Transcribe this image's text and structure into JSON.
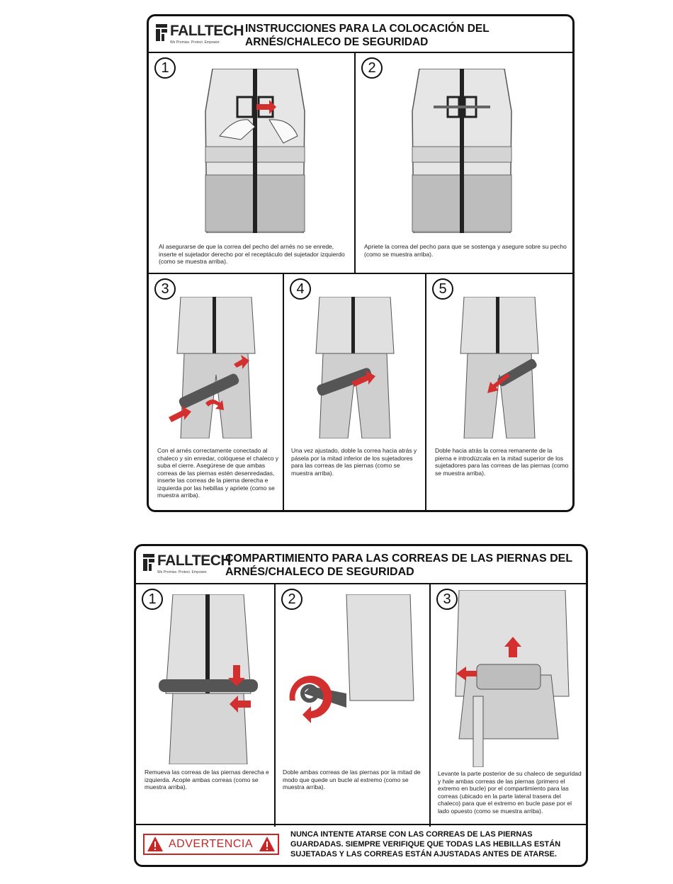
{
  "brand": {
    "name": "FALLTECH",
    "tagline": "We Promise. Protect. Empower.",
    "accent_color": "#d32f2f"
  },
  "sheet1": {
    "title": "INSTRUCCIONES PARA LA COLOCACIÓN DEL ARNÉS/CHALECO DE SEGURIDAD",
    "steps": [
      {
        "number": "1",
        "caption": "Al asegurarse de que la correa del pecho del arnés no se enrede, inserte el sujetador derecho por el receptáculo del sujetador izquierdo (como se muestra arriba)."
      },
      {
        "number": "2",
        "caption": "Apriete la correa del pecho para que se sostenga y asegure sobre su pecho (como se muestra arriba)."
      },
      {
        "number": "3",
        "caption": "Con el arnés correctamente conectado al chaleco y sin enredar, colóquese el chaleco y suba el cierre. Asegúrese de que ambas correas de las piernas estén desenredadas, inserte las correas de la pierna derecha e izquierda por las hebillas y apriete (como se muestra arriba)."
      },
      {
        "number": "4",
        "caption": "Una vez ajustado, doble la correa hacia atrás y pásela por la mitad inferior de los sujetadores para las correas de las piernas (como se muestra arriba)."
      },
      {
        "number": "5",
        "caption": "Doble hacia atrás la correa remanente de la pierna e introdúzcala en la mitad superior de los sujetadores para las correas de las piernas (como se muestra arriba)."
      }
    ]
  },
  "sheet2": {
    "title": "COMPARTIMIENTO PARA LAS CORREAS DE LAS PIERNAS DEL ARNÉS/CHALECO DE SEGURIDAD",
    "steps": [
      {
        "number": "1",
        "caption": "Remueva las correas de las piernas derecha e izquierda. Acople ambas correas (como se muestra arriba)."
      },
      {
        "number": "2",
        "caption": "Doble ambas correas de las piernas por la mitad de modo que quede un bucle al extremo (como se muestra arriba)."
      },
      {
        "number": "3",
        "caption": "Levante la parte posterior de su chaleco de seguridad y hale ambas correas de las piernas (primero el extremo en bucle) por el compartimiento para las correas (ubicado en la parte lateral trasera del chaleco) para que el extremo en bucle pase por el lado opuesto (como se muestra arriba)."
      }
    ],
    "warning": {
      "label": "ADVERTENCIA",
      "message": "NUNCA INTENTE ATARSE CON LAS CORREAS DE LAS PIERNAS GUARDADAS. SIEMPRE VERIFIQUE QUE TODAS LAS HEBILLAS ESTÁN SUJETADAS Y  LAS CORREAS ESTÁN AJUSTADAS ANTES DE ATARSE."
    }
  }
}
